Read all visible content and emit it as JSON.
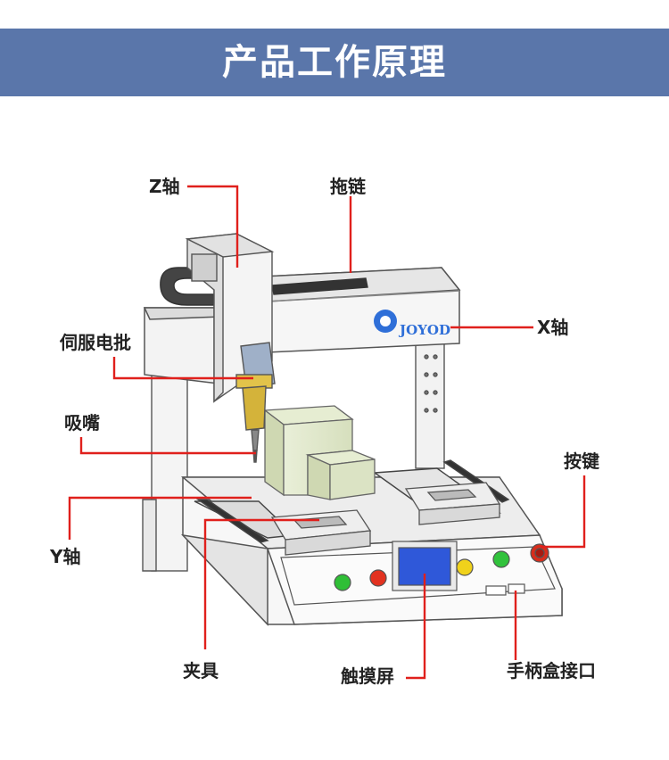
{
  "header": {
    "title": "产品工作原理"
  },
  "machine": {
    "brand_logo": "JOYOD"
  },
  "callouts": [
    {
      "id": "z-axis",
      "label": "Z轴"
    },
    {
      "id": "drag-chain",
      "label": "拖链"
    },
    {
      "id": "x-axis",
      "label": "X轴"
    },
    {
      "id": "servo-screwdriver",
      "label": "伺服电批"
    },
    {
      "id": "suction-nozzle",
      "label": "吸嘴"
    },
    {
      "id": "buttons",
      "label": "按键"
    },
    {
      "id": "y-axis",
      "label": "Y轴"
    },
    {
      "id": "fixture",
      "label": "夹具"
    },
    {
      "id": "touch-screen",
      "label": "触摸屏"
    },
    {
      "id": "handle-box-port",
      "label": "手柄盒接口"
    }
  ],
  "colors": {
    "banner": "#5a76aa",
    "leader": "#e0201c",
    "outline": "#555555"
  }
}
